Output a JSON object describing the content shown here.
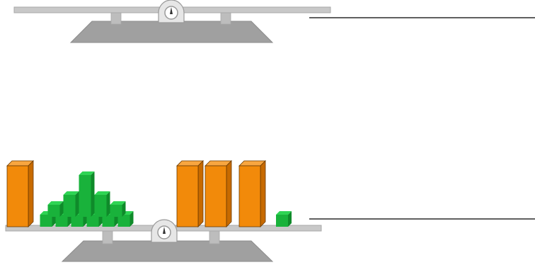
{
  "colors": {
    "rod": "#c8c8c8",
    "rod_edge": "#a8a8a8",
    "base": "#a0a0a0",
    "base_dark": "#8c8c8c",
    "support": "#bdbdbd",
    "dial": "#e6e6e6",
    "tens_front": "#f28a0a",
    "tens_side": "#c76a00",
    "tens_top": "#f8a640",
    "unit_front": "#19b23b",
    "unit_side": "#0f8a2a",
    "unit_top": "#2fd454",
    "answer_line": "#000000"
  },
  "top_scale": {
    "left_pan": {
      "tens_rods": 0,
      "unit_cubes": 0
    },
    "right_pan": {
      "tens_rods": 0,
      "unit_cubes": 0
    },
    "answer_blank": ""
  },
  "bottom_scale": {
    "left_pan": {
      "tens_rods": 1,
      "unit_cubes": 16
    },
    "right_pan": {
      "tens_rods": 3,
      "unit_cubes": 1
    },
    "answer_blank": ""
  }
}
